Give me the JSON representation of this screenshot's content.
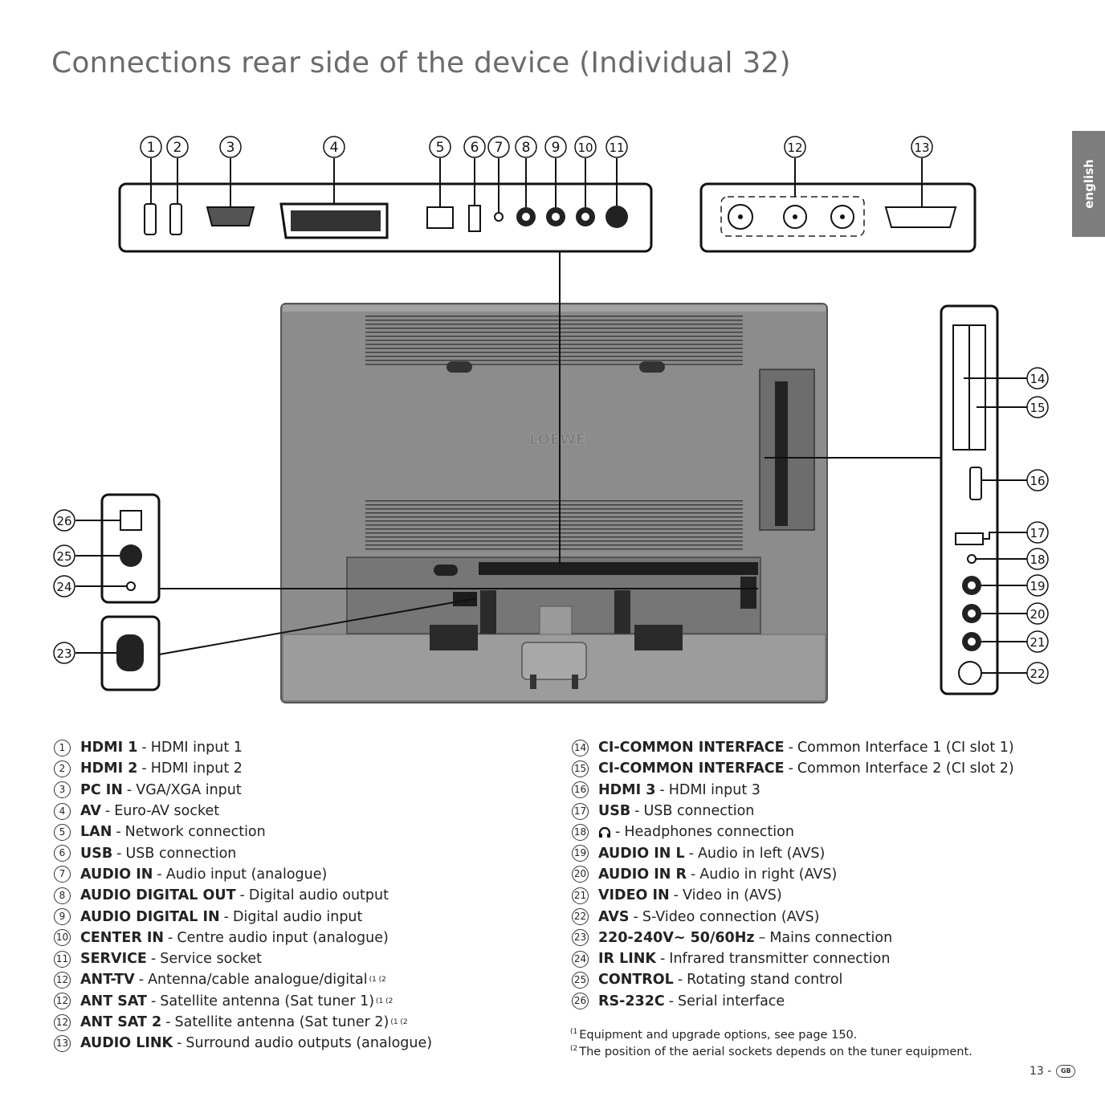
{
  "page": {
    "title": "Connections rear side of the device (Individual 32)",
    "language_tab": "english",
    "brand_on_device": "LOEWE",
    "page_number": "13 -",
    "page_badge": "GB"
  },
  "callouts": [
    "1",
    "2",
    "3",
    "4",
    "5",
    "6",
    "7",
    "8",
    "9",
    "10",
    "11",
    "12",
    "13",
    "14",
    "15",
    "16",
    "17",
    "18",
    "19",
    "20",
    "21",
    "22",
    "23",
    "24",
    "25",
    "26"
  ],
  "legend_left": [
    {
      "num": "1",
      "label": "HDMI 1",
      "desc": "HDMI input 1",
      "sup": ""
    },
    {
      "num": "2",
      "label": "HDMI 2",
      "desc": "HDMI input 2",
      "sup": ""
    },
    {
      "num": "3",
      "label": "PC IN",
      "desc": "VGA/XGA input",
      "sup": ""
    },
    {
      "num": "4",
      "label": "AV",
      "desc": "Euro-AV socket",
      "sup": ""
    },
    {
      "num": "5",
      "label": "LAN",
      "desc": "Network connection",
      "sup": ""
    },
    {
      "num": "6",
      "label": "USB",
      "desc": "USB connection",
      "sup": ""
    },
    {
      "num": "7",
      "label": "AUDIO IN",
      "desc": "Audio input (analogue)",
      "sup": ""
    },
    {
      "num": "8",
      "label": "AUDIO DIGITAL OUT",
      "desc": "Digital audio output",
      "sup": ""
    },
    {
      "num": "9",
      "label": "AUDIO DIGITAL IN",
      "desc": "Digital audio input",
      "sup": ""
    },
    {
      "num": "10",
      "label": "CENTER IN",
      "desc": "Centre audio input (analogue)",
      "sup": ""
    },
    {
      "num": "11",
      "label": "SERVICE",
      "desc": "Service socket",
      "sup": ""
    },
    {
      "num": "12",
      "label": "ANT-TV",
      "desc": "Antenna/cable analogue/digital",
      "sup": "(1 (2"
    },
    {
      "num": "12",
      "label": "ANT SAT",
      "desc": "Satellite antenna (Sat tuner 1)",
      "sup": "(1 (2"
    },
    {
      "num": "12",
      "label": "ANT SAT 2",
      "desc": "Satellite antenna (Sat tuner 2)",
      "sup": "(1 (2"
    },
    {
      "num": "13",
      "label": "AUDIO LINK",
      "desc": "Surround audio outputs (analogue)",
      "sup": ""
    }
  ],
  "legend_right": [
    {
      "num": "14",
      "label": "CI-COMMON INTERFACE",
      "sep": "-",
      "desc": "Common Interface 1 (CI slot 1)"
    },
    {
      "num": "15",
      "label": "CI-COMMON INTERFACE",
      "sep": "-",
      "desc": "Common Interface 2 (CI slot 2)"
    },
    {
      "num": "16",
      "label": "HDMI 3",
      "sep": "-",
      "desc": "HDMI input 3"
    },
    {
      "num": "17",
      "label": "USB",
      "sep": "-",
      "desc": "USB connection"
    },
    {
      "num": "18",
      "label": "",
      "sep": "-",
      "desc": "Headphones connection",
      "icon": "headphones-icon"
    },
    {
      "num": "19",
      "label": "AUDIO IN L",
      "sep": "-",
      "desc": "Audio in left (AVS)"
    },
    {
      "num": "20",
      "label": "AUDIO IN R",
      "sep": "-",
      "desc": "Audio in right (AVS)"
    },
    {
      "num": "21",
      "label": "VIDEO IN",
      "sep": "-",
      "desc": "Video in (AVS)"
    },
    {
      "num": "22",
      "label": "AVS",
      "sep": "-",
      "desc": "S-Video connection (AVS)"
    },
    {
      "num": "23",
      "label": "220-240V~ 50/60Hz",
      "sep": "–",
      "desc": "Mains connection"
    },
    {
      "num": "24",
      "label": "IR LINK",
      "sep": "-",
      "desc": "Infrared transmitter connection"
    },
    {
      "num": "25",
      "label": "CONTROL",
      "sep": "-",
      "desc": "Rotating stand control"
    },
    {
      "num": "26",
      "label": "RS-232C",
      "sep": "-",
      "desc": "Serial interface"
    }
  ],
  "footnotes": [
    {
      "mark": "(1",
      "text": "Equipment and upgrade options, see page 150."
    },
    {
      "mark": "(2",
      "text": "The position of the aerial sockets depends on the tuner equipment."
    }
  ]
}
